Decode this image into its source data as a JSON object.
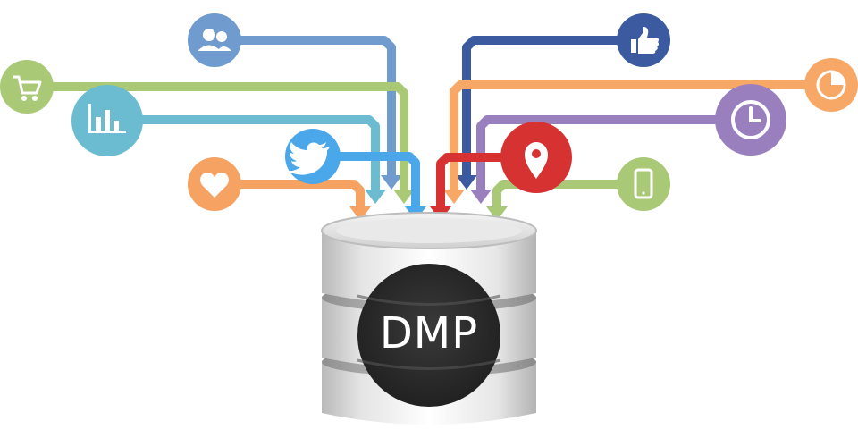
{
  "database": {
    "label": "DMP"
  },
  "sources": [
    {
      "id": "users",
      "icon": "users-icon",
      "color": "#6f9bcf"
    },
    {
      "id": "cart",
      "icon": "shopping-cart-icon",
      "color": "#a9c977"
    },
    {
      "id": "chart",
      "icon": "bar-chart-icon",
      "color": "#6bbcd1"
    },
    {
      "id": "twitter",
      "icon": "twitter-icon",
      "color": "#4aa7ea"
    },
    {
      "id": "heart",
      "icon": "heart-icon",
      "color": "#f6a262"
    },
    {
      "id": "like",
      "icon": "thumbs-up-icon",
      "color": "#3b5aa0"
    },
    {
      "id": "pie",
      "icon": "pie-chart-icon",
      "color": "#f7a866"
    },
    {
      "id": "clock",
      "icon": "clock-icon",
      "color": "#9a7fbf"
    },
    {
      "id": "location",
      "icon": "location-pin-icon",
      "color": "#d63232"
    },
    {
      "id": "mobile",
      "icon": "mobile-phone-icon",
      "color": "#a9c977"
    }
  ]
}
